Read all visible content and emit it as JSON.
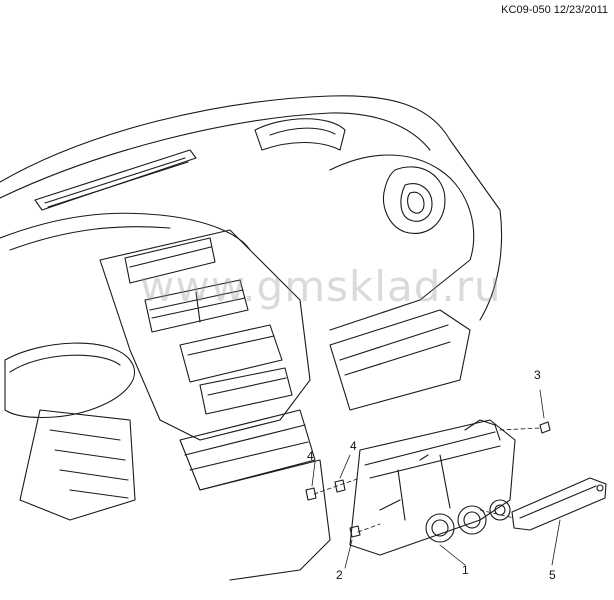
{
  "header": {
    "reference": "KC09-050 12/23/2011"
  },
  "watermark": {
    "text": "www.gmsklad.ru"
  },
  "callouts": {
    "c1": "1",
    "c2": "2",
    "c3": "3",
    "c4a": "4",
    "c4b": "4",
    "c5": "5"
  },
  "colors": {
    "line": "#1a1a1a",
    "watermark": "#9a9a9a"
  }
}
